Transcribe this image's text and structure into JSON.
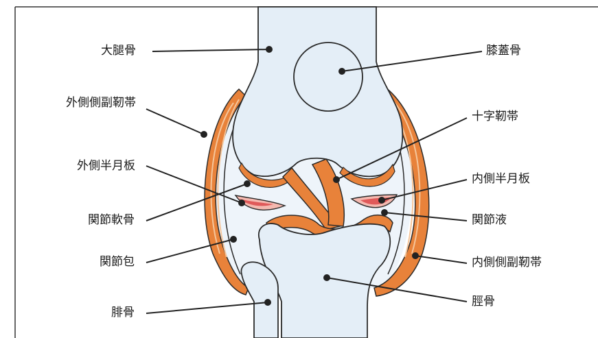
{
  "labels": {
    "femur": "大腿骨",
    "patella": "膝蓋骨",
    "lateral_collateral_ligament": "外側側副靭帯",
    "cruciate_ligament": "十字靭帯",
    "lateral_meniscus": "外側半月板",
    "medial_meniscus": "内側半月板",
    "articular_cartilage": "関節軟骨",
    "synovial_fluid": "関節液",
    "joint_capsule": "関節包",
    "medial_collateral_ligament": "内側側副靭帯",
    "fibula": "腓骨",
    "tibia": "脛骨"
  },
  "colors": {
    "bone": "#e4eef7",
    "bone_outline": "#2a2a2a",
    "ligament": "#e8823a",
    "ligament_light": "#f5b27a",
    "meniscus": "#e05a5a",
    "meniscus_light": "#f4b9b0",
    "leader_line": "#222222",
    "frame_line": "#333333"
  }
}
